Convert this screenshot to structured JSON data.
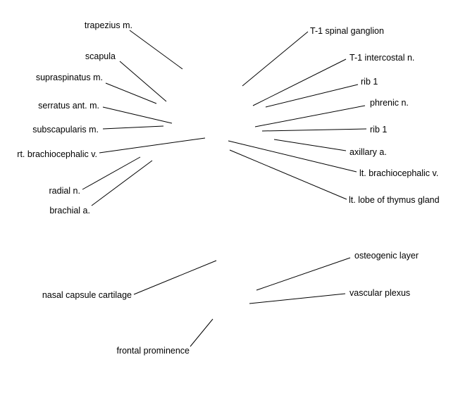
{
  "labels": {
    "trapezius": "trapezius m.",
    "scapula": "scapula",
    "supraspinatus": "supraspinatus m.",
    "serratus": "serratus ant. m.",
    "subscapularis": "subscapularis m.",
    "rt_brachiocephalic": "rt. brachiocephalic v.",
    "radial": "radial n.",
    "brachial": "brachial a.",
    "t1_ganglion": "T-1 spinal ganglion",
    "t1_intercostal": "T-1 intercostal n.",
    "rib1_upper": "rib 1",
    "phrenic": "phrenic n.",
    "rib1_lower": "rib 1",
    "axillary": "axillary a.",
    "lt_brachiocephalic": "lt. brachiocephalic v.",
    "thymus": "lt. lobe of thymus gland",
    "nasal_capsule": "nasal capsule cartilage",
    "osteogenic": "osteogenic layer",
    "vascular": "vascular plexus",
    "frontal": "frontal prominence"
  }
}
